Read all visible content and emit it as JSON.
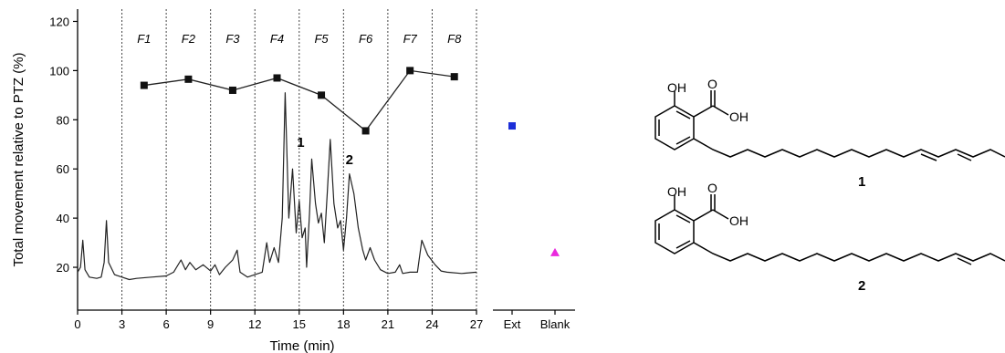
{
  "chart_data": {
    "type": "line",
    "xlabel": "Time (min)",
    "ylabel": "Total movement relative to PTZ (%)",
    "xlim": [
      0,
      27
    ],
    "ylim": [
      10,
      125
    ],
    "xticks": [
      0,
      3,
      6,
      9,
      12,
      15,
      18,
      21,
      24,
      27
    ],
    "yticks": [
      20,
      40,
      60,
      80,
      100,
      120
    ],
    "fractions": [
      {
        "label": "F1",
        "start": 3,
        "end": 6
      },
      {
        "label": "F2",
        "start": 6,
        "end": 9
      },
      {
        "label": "F3",
        "start": 9,
        "end": 12
      },
      {
        "label": "F4",
        "start": 12,
        "end": 15
      },
      {
        "label": "F5",
        "start": 15,
        "end": 18
      },
      {
        "label": "F6",
        "start": 18,
        "end": 21
      },
      {
        "label": "F7",
        "start": 21,
        "end": 24
      },
      {
        "label": "F8",
        "start": 24,
        "end": 27
      }
    ],
    "series": [
      {
        "values": [
          {
            "x": 4.5,
            "y": 94
          },
          {
            "x": 7.5,
            "y": 96.5
          },
          {
            "x": 10.5,
            "y": 92
          },
          {
            "x": 13.5,
            "y": 97
          },
          {
            "x": 16.5,
            "y": 90
          },
          {
            "x": 19.5,
            "y": 75.5
          },
          {
            "x": 22.5,
            "y": 100
          },
          {
            "x": 25.5,
            "y": 97.5
          }
        ]
      },
      {
        "values": [
          [
            0,
            18
          ],
          [
            0.2,
            20
          ],
          [
            0.35,
            31
          ],
          [
            0.5,
            19
          ],
          [
            0.8,
            16
          ],
          [
            1.3,
            15.5
          ],
          [
            1.6,
            16
          ],
          [
            1.8,
            22
          ],
          [
            1.95,
            39
          ],
          [
            2.1,
            22
          ],
          [
            2.5,
            17
          ],
          [
            3,
            16
          ],
          [
            3.5,
            15
          ],
          [
            4,
            15.5
          ],
          [
            5,
            16
          ],
          [
            6,
            16.5
          ],
          [
            6.5,
            18
          ],
          [
            7,
            23
          ],
          [
            7.3,
            19
          ],
          [
            7.6,
            22
          ],
          [
            8,
            19
          ],
          [
            8.5,
            21
          ],
          [
            9,
            18.5
          ],
          [
            9.3,
            21
          ],
          [
            9.6,
            17
          ],
          [
            10,
            20
          ],
          [
            10.5,
            23
          ],
          [
            10.8,
            27
          ],
          [
            11,
            18
          ],
          [
            11.5,
            16
          ],
          [
            12,
            17
          ],
          [
            12.5,
            18
          ],
          [
            12.8,
            30
          ],
          [
            13,
            22
          ],
          [
            13.3,
            28
          ],
          [
            13.6,
            22
          ],
          [
            13.85,
            40
          ],
          [
            14.05,
            91
          ],
          [
            14.3,
            40
          ],
          [
            14.55,
            60
          ],
          [
            14.8,
            34
          ],
          [
            15,
            47
          ],
          [
            15.2,
            32
          ],
          [
            15.4,
            36
          ],
          [
            15.5,
            20
          ],
          [
            15.7,
            42
          ],
          [
            15.85,
            64
          ],
          [
            16.1,
            46
          ],
          [
            16.3,
            38
          ],
          [
            16.5,
            42
          ],
          [
            16.7,
            30
          ],
          [
            16.9,
            50
          ],
          [
            17.1,
            72
          ],
          [
            17.35,
            46
          ],
          [
            17.6,
            36
          ],
          [
            17.8,
            39
          ],
          [
            18,
            27
          ],
          [
            18.2,
            40
          ],
          [
            18.4,
            58
          ],
          [
            18.7,
            50
          ],
          [
            19,
            36
          ],
          [
            19.3,
            27
          ],
          [
            19.5,
            23
          ],
          [
            19.8,
            28
          ],
          [
            20.1,
            23
          ],
          [
            20.5,
            19
          ],
          [
            21,
            17.5
          ],
          [
            21.5,
            18
          ],
          [
            21.8,
            21
          ],
          [
            22,
            17.5
          ],
          [
            22.5,
            18
          ],
          [
            23,
            18
          ],
          [
            23.3,
            31
          ],
          [
            23.7,
            25
          ],
          [
            24.2,
            21
          ],
          [
            24.6,
            18.5
          ],
          [
            25,
            18
          ],
          [
            26,
            17.5
          ],
          [
            27,
            18
          ]
        ]
      }
    ],
    "side_points": [
      {
        "label": "Ext",
        "y": 77.5,
        "color": "#1c2ed8",
        "marker": "square"
      },
      {
        "label": "Blank",
        "y": 26,
        "color": "#ea29de",
        "marker": "triangle"
      }
    ],
    "peak_labels": [
      {
        "text": "1",
        "x": 15.1,
        "y": 69
      },
      {
        "text": "2",
        "x": 18.4,
        "y": 62
      }
    ],
    "grid": false
  },
  "structures": [
    {
      "number": "1",
      "atoms": {
        "hydroxyl": "OH",
        "carbonyl": "O",
        "acid": "OH"
      }
    },
    {
      "number": "2",
      "atoms": {
        "hydroxyl": "OH",
        "carbonyl": "O",
        "acid": "OH"
      }
    }
  ]
}
